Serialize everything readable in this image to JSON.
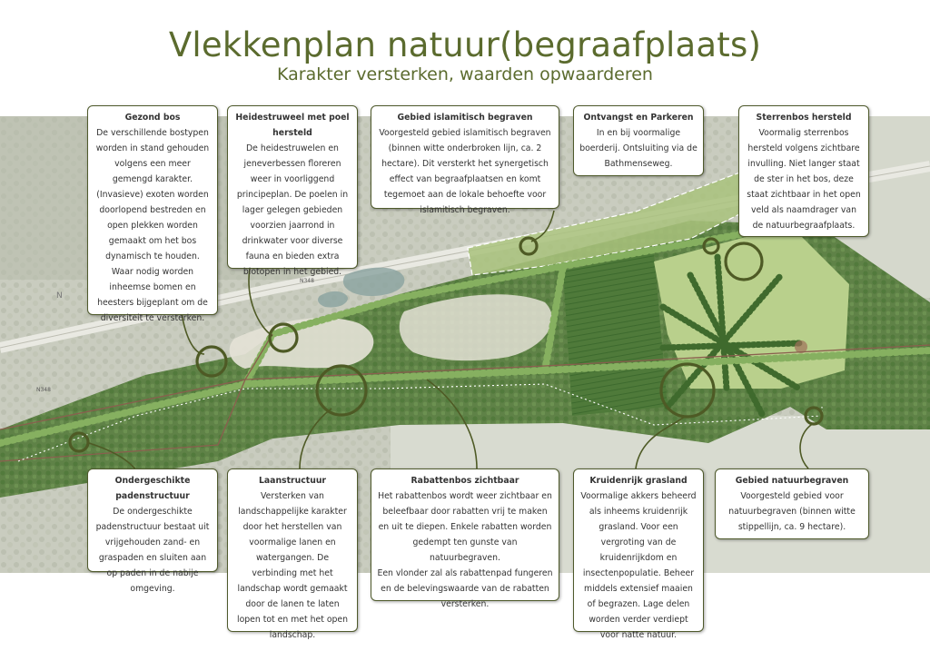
{
  "title": "Vlekkenplan natuur(begraafplaats)",
  "subtitle": "Karakter versterken, waarden opwaarderen",
  "map_labels": {
    "north": "N",
    "road_a": "N348",
    "road_b": "N348"
  },
  "colors": {
    "title": "#5b6b2e",
    "box_border": "#4f5a2c",
    "forest": "#5c7f45",
    "heath": "#e6e4d8"
  },
  "boxes": {
    "gezond_bos": {
      "title": "Gezond bos",
      "text": "De verschillende bostypen worden in stand gehouden volgens een meer gemengd karakter. (Invasieve) exoten worden doorlopend bestreden en open plekken worden gemaakt om het bos dynamisch te houden. Waar nodig worden inheemse bomen en heesters bijgeplant om de diversiteit te versterken."
    },
    "heidestruweel": {
      "title": "Heidestruweel met poel hersteld",
      "text": "De heidestruwelen en jeneverbessen floreren weer in voorliggend principeplan. De poelen in lager gelegen gebieden voorzien jaarrond in drinkwater voor diverse fauna en bieden extra biotopen in het gebied."
    },
    "islamitisch": {
      "title": "Gebied islamitisch begraven",
      "text": "Voorgesteld gebied islamitisch begraven (binnen witte onderbroken lijn, ca. 2 hectare). Dit versterkt het synergetisch effect van begraafplaatsen en komt tegemoet aan de lokale behoefte voor islamitisch begraven."
    },
    "ontvangst": {
      "title": "Ontvangst en Parkeren",
      "text": "In en bij voormalige boerderij. Ontsluiting via de Bathmenseweg."
    },
    "sterrenbos": {
      "title": "Sterrenbos hersteld",
      "text": "Voormalig sterrenbos hersteld volgens zichtbare invulling. Niet langer staat de ster in het bos, deze staat zichtbaar in het open veld als naamdrager van de natuurbegraafplaats."
    },
    "padenstructuur": {
      "title": "Ondergeschikte padenstructuur",
      "text": "De ondergeschikte padenstructuur bestaat uit vrijgehouden zand- en graspaden en sluiten aan op paden in de nabije omgeving."
    },
    "laanstructuur": {
      "title": "Laanstructuur",
      "text": "Versterken van landschappelijke karakter door het herstellen van voormalige lanen en watergangen. De verbinding met het landschap wordt gemaakt door de lanen te laten lopen tot en met het open landschap."
    },
    "rabattenbos": {
      "title": "Rabattenbos zichtbaar",
      "text": "Het rabattenbos wordt weer zichtbaar en beleefbaar door rabatten vrij te maken en uit te diepen. Enkele rabatten worden gedempt ten gunste van natuurbegraven.",
      "text2": "Een vlonder zal als rabattenpad fungeren en de belevingswaarde van de rabatten versterken."
    },
    "kruidenrijk": {
      "title": "Kruidenrijk grasland",
      "text": "Voormalige akkers beheerd als inheems kruidenrijk grasland. Voor een vergroting van de kruidenrijkdom en insectenpopulatie. Beheer middels extensief maaien of begrazen. Lage delen worden verder verdiept voor natte natuur."
    },
    "natuurbegraven": {
      "title": "Gebied natuurbegraven",
      "text": "Voorgesteld gebied voor natuurbegraven (binnen witte stippellijn, ca. 9 hectare)."
    }
  }
}
